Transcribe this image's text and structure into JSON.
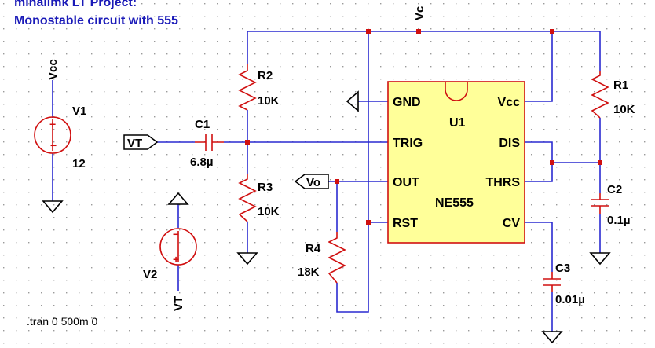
{
  "title": {
    "line1": "mihailmk LT Project:",
    "line2": "Monostable circuit with 555"
  },
  "colors": {
    "wire": "#2a2ad0",
    "component_red": "#d01010",
    "ic_fill": "#ffff99",
    "ic_border": "#d01010",
    "title_text": "#1a1ab8"
  },
  "sources": {
    "v1": {
      "name": "V1",
      "value": "12",
      "net": "Vcc"
    },
    "v2": {
      "name": "V2",
      "net": "VT"
    }
  },
  "resistors": {
    "r1": {
      "name": "R1",
      "value": "10K"
    },
    "r2": {
      "name": "R2",
      "value": "10K"
    },
    "r3": {
      "name": "R3",
      "value": "10K"
    },
    "r4": {
      "name": "R4",
      "value": "18K"
    }
  },
  "capacitors": {
    "c1": {
      "name": "C1",
      "value": "6.8µ"
    },
    "c2": {
      "name": "C2",
      "value": "0.1µ"
    },
    "c3": {
      "name": "C3",
      "value": "0.01µ"
    }
  },
  "ic": {
    "ref": "U1",
    "part": "NE555",
    "pins": {
      "gnd": "GND",
      "trig": "TRIG",
      "out": "OUT",
      "rst": "RST",
      "vcc": "Vcc",
      "dis": "DIS",
      "thrs": "THRS",
      "cv": "CV"
    }
  },
  "net_labels": {
    "vc_top": "Vc",
    "vt_input": "VT",
    "vo_output": "Vo"
  },
  "directive": ".tran 0 500m 0"
}
